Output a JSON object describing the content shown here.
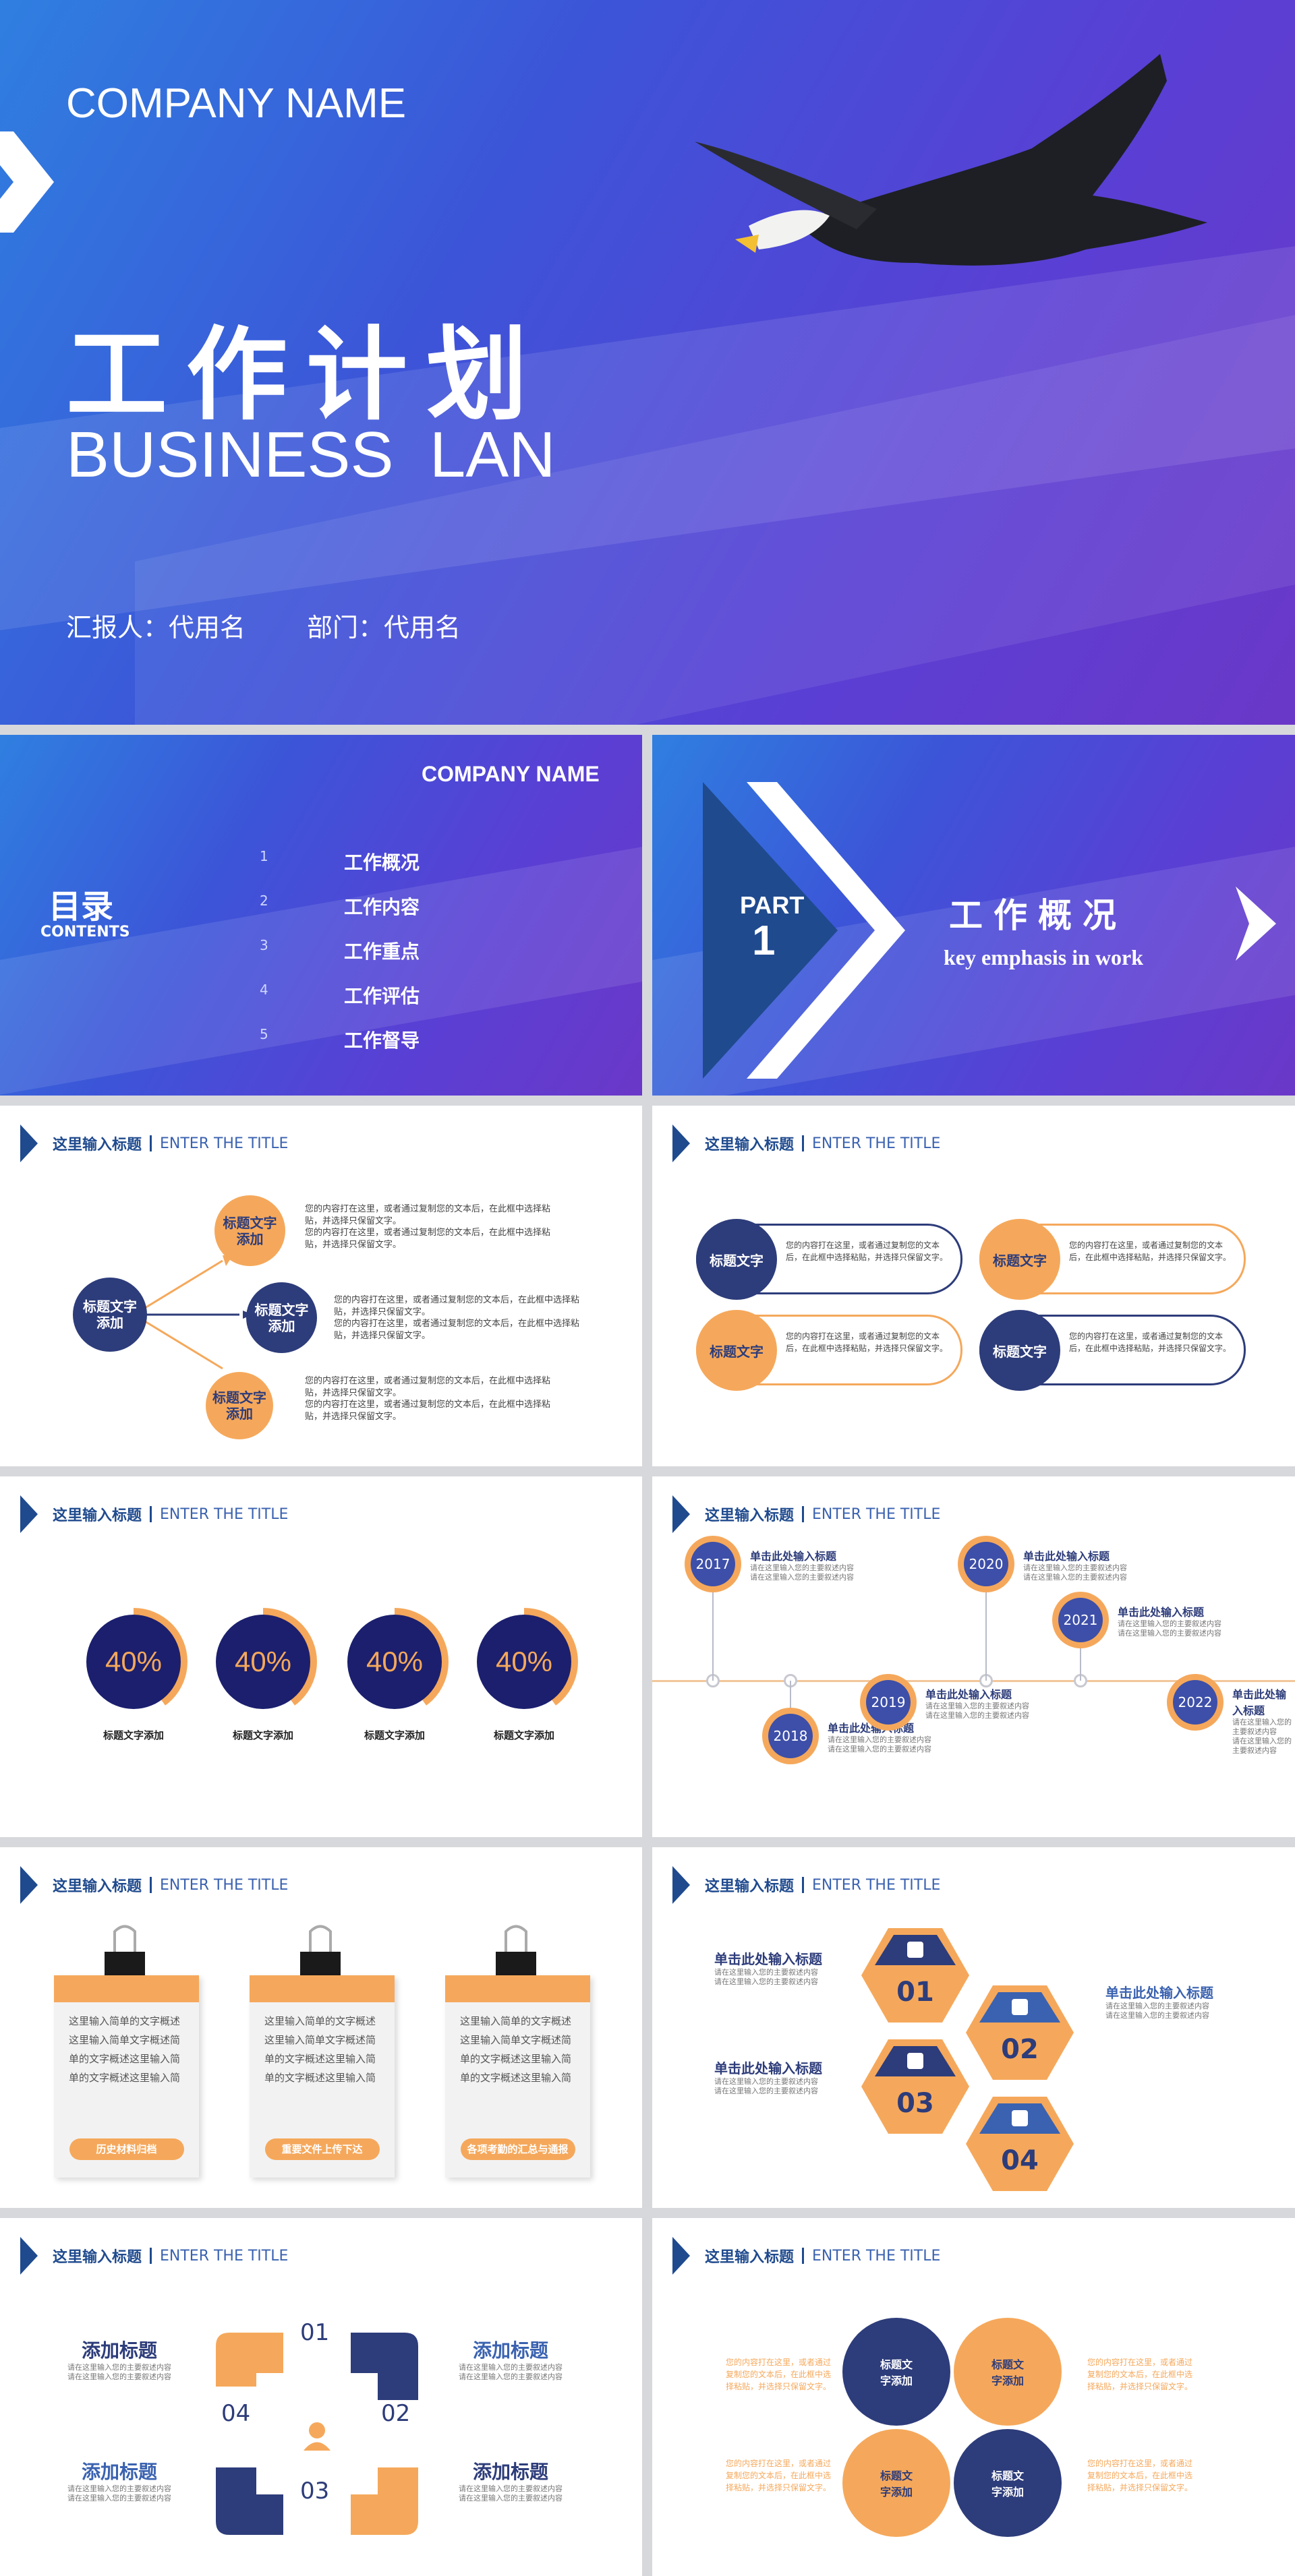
{
  "cover": {
    "company": "COMPANY NAME",
    "title": "工作计划",
    "subtitle": "BUSINESS  LAN",
    "reporter": "汇报人：代用名",
    "dept": "部门：代用名"
  },
  "toc": {
    "company": "COMPANY NAME",
    "title": "目录",
    "title_en": "CONTENTS",
    "items": [
      {
        "n": "1",
        "t": "工作概况"
      },
      {
        "n": "2",
        "t": "工作内容"
      },
      {
        "n": "3",
        "t": "工作重点"
      },
      {
        "n": "4",
        "t": "工作评估"
      },
      {
        "n": "5",
        "t": "工作督导"
      }
    ]
  },
  "part": {
    "label": "PART",
    "num": "1",
    "title": "工作概况",
    "sub": "key emphasis in work"
  },
  "header": {
    "cn": "这里输入标题",
    "en": "ENTER THE TITLE"
  },
  "s3": {
    "left": "标题文字添加",
    "mid": "标题文字添加",
    "top": "标题文字添加",
    "bot": "标题文字添加",
    "p1": "您的内容打在这里，或者通过复制您的文本后，在此框中选择粘贴，并选择只保留文字。",
    "p2": "您的内容打在这里，或者通过复制您的文本后，在此框中选择粘贴，并选择只保留文字。",
    "p3": "您的内容打在这里，或者通过复制您的文本后，在此框中选择粘贴，并选择只保留文字。",
    "p4": "您的内容打在这里，或者通过复制您的文本后，在此框中选择粘贴，并选择只保留文字。",
    "p5": "您的内容打在这里，或者通过复制您的文本后，在此框中选择粘贴，并选择只保留文字。",
    "p6": "您的内容打在这里，或者通过复制您的文本后，在此框中选择粘贴，并选择只保留文字。"
  },
  "s4": {
    "items": [
      {
        "t": "标题文字",
        "p": "您的内容打在这里，或者通过复制您的文本后，在此框中选择粘贴，并选择只保留文字。"
      },
      {
        "t": "标题文字",
        "p": "您的内容打在这里，或者通过复制您的文本后，在此框中选择粘贴，并选择只保留文字。"
      },
      {
        "t": "标题文字",
        "p": "您的内容打在这里，或者通过复制您的文本后，在此框中选择粘贴，并选择只保留文字。"
      },
      {
        "t": "标题文字",
        "p": "您的内容打在这里，或者通过复制您的文本后，在此框中选择粘贴，并选择只保留文字。"
      }
    ]
  },
  "s5": {
    "items": [
      {
        "v": "40%",
        "pct": 0.4,
        "l": "标题文字添加"
      },
      {
        "v": "40%",
        "pct": 0.4,
        "l": "标题文字添加"
      },
      {
        "v": "40%",
        "pct": 0.4,
        "l": "标题文字添加"
      },
      {
        "v": "40%",
        "pct": 0.4,
        "l": "标题文字添加"
      }
    ]
  },
  "s6": {
    "years": [
      "2017",
      "2018",
      "2019",
      "2020",
      "2021",
      "2022"
    ],
    "title": "单击此处输入标题",
    "desc1": "请在这里输入您的主要叙述内容",
    "desc2": "请在这里输入您的主要叙述内容"
  },
  "s7": {
    "body": "这里输入简单的文字概述这里输入简单文字概述简单的文字概述这里输入简单的文字概述这里输入简",
    "tags": [
      "历史材料归档",
      "重要文件上传下达",
      "各项考勤的汇总与通报"
    ]
  },
  "s8": {
    "title": "单击此处输入标题",
    "desc1": "请在这里输入您的主要叙述内容",
    "desc2": "请在这里输入您的主要叙述内容",
    "nums": [
      "01",
      "02",
      "03",
      "04"
    ]
  },
  "s9": {
    "title": "添加标题",
    "desc1": "请在这里输入您的主要叙述内容",
    "desc2": "请在这里输入您的主要叙述内容",
    "nums": [
      "01",
      "02",
      "03",
      "04"
    ]
  },
  "s10": {
    "cap": "标题文字添加",
    "p": "您的内容打在这里，或者通过复制您的文本后，在此框中选择粘贴，并选择只保留文字。"
  }
}
